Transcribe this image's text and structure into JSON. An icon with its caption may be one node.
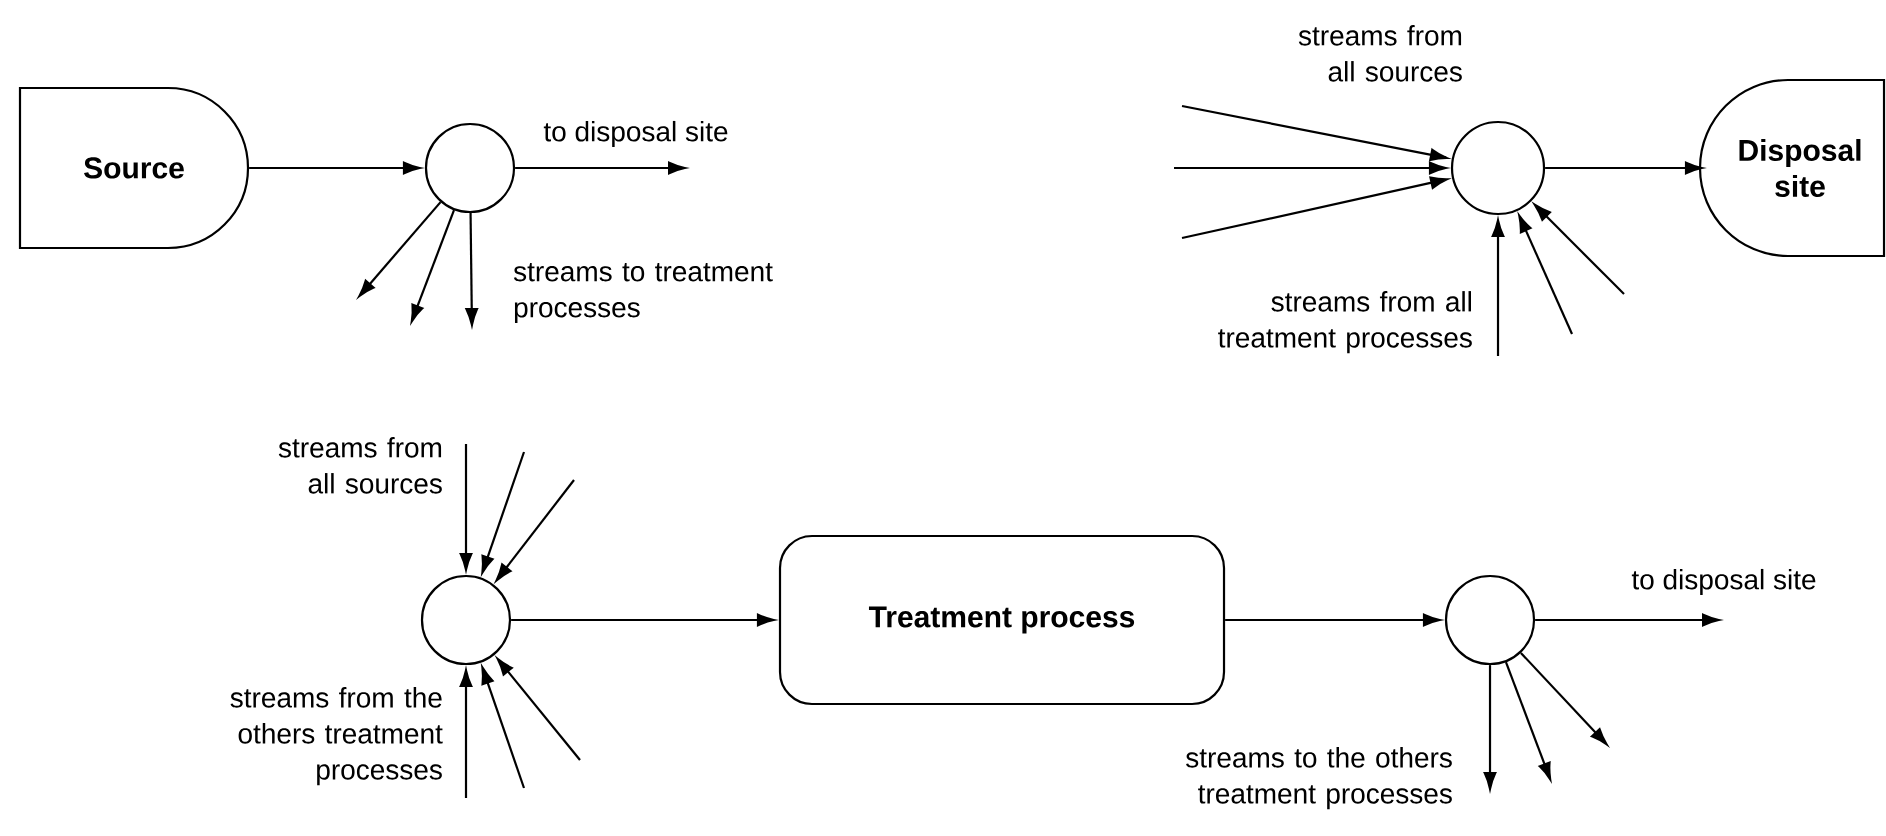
{
  "diagram": {
    "nodes": [
      {
        "text": [
          "Source"
        ]
      },
      {
        "text": [],
        "shape": "circle"
      },
      {
        "text": [],
        "shape": "circle"
      },
      {
        "text": [
          "Disposal site"
        ]
      },
      {
        "text": [],
        "shape": "circle"
      },
      {
        "text": [
          "Treatment process"
        ]
      },
      {
        "text": [],
        "shape": "circle"
      }
    ],
    "edges": [
      {
        "from": 0,
        "to": 1,
        "arrow": "to"
      },
      {
        "from": 1,
        "to": null,
        "arrow": "to",
        "label": "to disposal site"
      },
      {
        "from": 1,
        "to": null,
        "arrow": "to"
      },
      {
        "from": 1,
        "to": null,
        "arrow": "to"
      },
      {
        "from": 1,
        "to": null,
        "arrow": "to"
      },
      {
        "from": null,
        "to": 2,
        "arrow": "to"
      },
      {
        "from": null,
        "to": 2,
        "arrow": "to"
      },
      {
        "from": null,
        "to": 2,
        "arrow": "to"
      },
      {
        "from": null,
        "to": 2,
        "arrow": "to"
      },
      {
        "from": null,
        "to": 2,
        "arrow": "to"
      },
      {
        "from": null,
        "to": 2,
        "arrow": "to"
      },
      {
        "from": 2,
        "to": 3,
        "arrow": "to"
      },
      {
        "from": null,
        "to": 4,
        "arrow": "to"
      },
      {
        "from": null,
        "to": 4,
        "arrow": "to"
      },
      {
        "from": null,
        "to": 4,
        "arrow": "to"
      },
      {
        "from": null,
        "to": 4,
        "arrow": "to"
      },
      {
        "from": null,
        "to": 4,
        "arrow": "to"
      },
      {
        "from": null,
        "to": 4,
        "arrow": "to"
      },
      {
        "from": 4,
        "to": 5,
        "arrow": "to"
      },
      {
        "from": 5,
        "to": 6,
        "arrow": "to"
      },
      {
        "from": 6,
        "to": null,
        "arrow": "to",
        "label": "to disposal site"
      },
      {
        "from": 6,
        "to": null,
        "arrow": "to"
      },
      {
        "from": 6,
        "to": null,
        "arrow": "to"
      },
      {
        "from": 6,
        "to": null,
        "arrow": "to"
      }
    ],
    "labels": [
      "streams to treatment processes",
      "streams from all sources",
      "streams from all treatment processes",
      "streams from all sources",
      "streams from the others treatment processes",
      "streams to the others treatment processes"
    ]
  }
}
